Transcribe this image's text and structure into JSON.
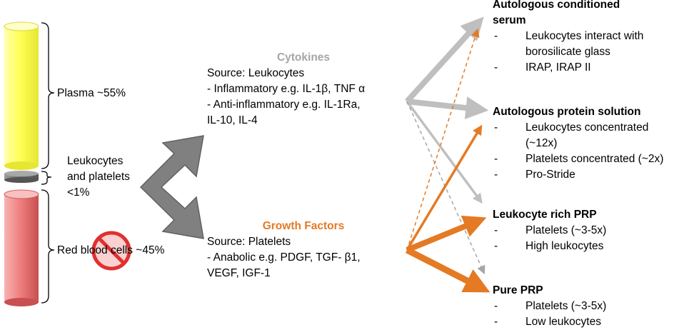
{
  "tube": {
    "plasma_label": "Plasma ~55%",
    "buffy_label": [
      "Leukocytes",
      "and platelets",
      "<1%"
    ],
    "rbc_label": "Red blood cells ~45%"
  },
  "cytokines": {
    "title": "Cytokines",
    "lines": [
      "Source: Leukocytes",
      "- Inflammatory e.g. IL-1β, TNF α",
      "- Anti-inflammatory e.g. IL-1Ra,",
      "IL-10, IL-4"
    ]
  },
  "growth_factors": {
    "title": "Growth Factors",
    "lines": [
      "Source: Platelets",
      "- Anabolic e.g. PDGF, TGF- β1,",
      "VEGF, IGF-1"
    ]
  },
  "products": [
    {
      "title": [
        "Autologous conditioned",
        "serum"
      ],
      "bullets": [
        [
          "Leukocytes interact with",
          "borosilicate glass"
        ],
        [
          "IRAP, IRAP II"
        ]
      ]
    },
    {
      "title": [
        "Autologous protein solution"
      ],
      "bullets": [
        [
          "Leukocytes concentrated",
          "(~12x)"
        ],
        [
          "Platelets concentrated (~2x)"
        ],
        [
          "Pro-Stride"
        ]
      ]
    },
    {
      "title": [
        "Leukocyte rich PRP"
      ],
      "bullets": [
        [
          "Platelets (~3-5x)"
        ],
        [
          "High leukocytes"
        ]
      ]
    },
    {
      "title": [
        "Pure PRP"
      ],
      "bullets": [
        [
          "Platelets (~3-5x)"
        ],
        [
          "Low leukocytes"
        ]
      ]
    }
  ],
  "colors": {
    "cytokine_arrow": "#bfbfbf",
    "growth_factor_arrow": "#e47a24",
    "split_arrow": "#7f7f7f",
    "plasma": "#ffff66",
    "red_cells": "#f08080",
    "prohibit": "#e03030"
  },
  "icons": [
    "prohibition-icon",
    "split-arrow-icon"
  ]
}
